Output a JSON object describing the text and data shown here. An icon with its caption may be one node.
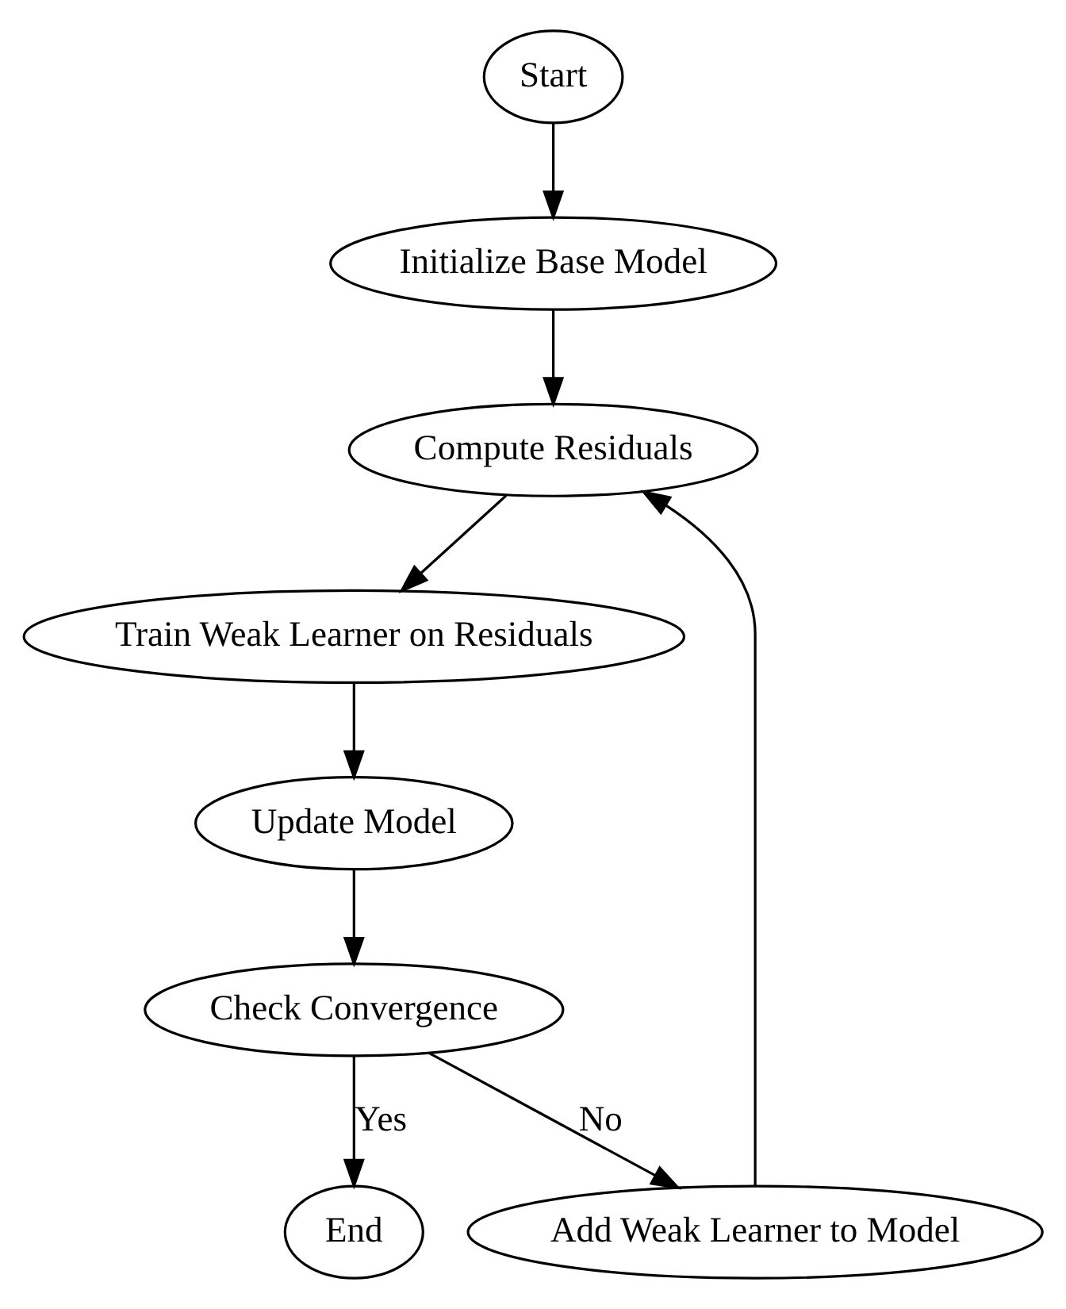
{
  "diagram": {
    "nodes": [
      {
        "text": [
          "Start"
        ]
      },
      {
        "text": [
          "Initialize Base Model"
        ]
      },
      {
        "text": [
          "Compute Residuals"
        ]
      },
      {
        "text": [
          "Train Weak Learner on Residuals"
        ]
      },
      {
        "text": [
          "Update Model"
        ]
      },
      {
        "text": [
          "Check Convergence"
        ]
      },
      {
        "text": [
          "End"
        ]
      },
      {
        "text": [
          "Add Weak Learner to Model"
        ]
      }
    ],
    "edges": [
      {
        "from": 0,
        "to": 1,
        "arrow": "to"
      },
      {
        "from": 1,
        "to": 2,
        "arrow": "to"
      },
      {
        "from": 2,
        "to": 3,
        "arrow": "to"
      },
      {
        "from": 3,
        "to": 4,
        "arrow": "to"
      },
      {
        "from": 4,
        "to": 5,
        "arrow": "to"
      },
      {
        "from": 5,
        "to": 6,
        "arrow": "to",
        "label": "Yes"
      },
      {
        "from": 5,
        "to": 7,
        "arrow": "to",
        "label": "No"
      },
      {
        "from": 7,
        "to": 2,
        "arrow": "to"
      }
    ]
  }
}
